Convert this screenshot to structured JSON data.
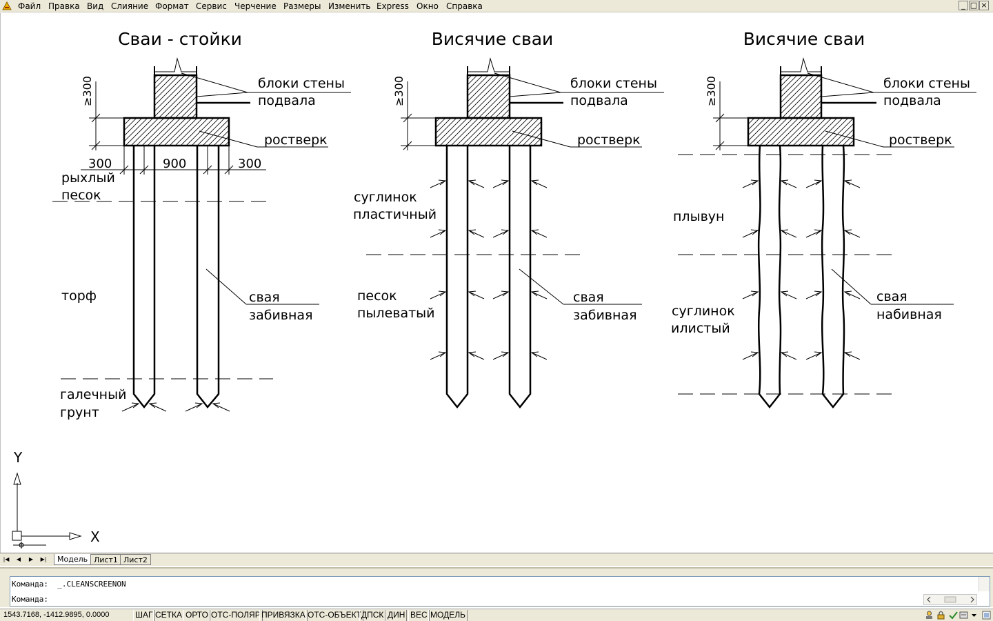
{
  "menu": [
    "Файл",
    "Правка",
    "Вид",
    "Слияние",
    "Формат",
    "Сервис",
    "Черчение",
    "Размеры",
    "Изменить",
    "Express",
    "Окно",
    "Справка"
  ],
  "window_buttons": [
    "_",
    "□",
    "×"
  ],
  "drawing": {
    "panels": [
      {
        "title": "Сваи - стойки",
        "wall_label_1": "блоки стены",
        "wall_label_2": "подвала",
        "grillage_label": "ростверк",
        "dim_vertical": "≥300",
        "dims": [
          "300",
          "900",
          "300"
        ],
        "soils": [
          {
            "line1": "рыхлый",
            "line2": "песок"
          },
          {
            "line1": "торф",
            "line2": ""
          },
          {
            "line1": "галечный",
            "line2": "грунт"
          }
        ],
        "pile_label_1": "свая",
        "pile_label_2": "забивная"
      },
      {
        "title": "Висячие сваи",
        "wall_label_1": "блоки стены",
        "wall_label_2": "подвала",
        "grillage_label": "ростверк",
        "dim_vertical": "≥300",
        "soils": [
          {
            "line1": "суглинок",
            "line2": "пластичный"
          },
          {
            "line1": "песок",
            "line2": "пылеватый"
          }
        ],
        "pile_label_1": "свая",
        "pile_label_2": "забивная"
      },
      {
        "title": "Висячие сваи",
        "wall_label_1": "блоки стены",
        "wall_label_2": "подвала",
        "grillage_label": "ростверк",
        "dim_vertical": "≥300",
        "soils": [
          {
            "line1": "плывун",
            "line2": ""
          },
          {
            "line1": "суглинок",
            "line2": "илистый"
          }
        ],
        "pile_label_1": "свая",
        "pile_label_2": "набивная"
      }
    ],
    "ucs": {
      "y_label": "Y",
      "x_label": "X"
    }
  },
  "tabs": {
    "nav": [
      "|◀",
      "◀",
      "▶",
      "▶|"
    ],
    "items": [
      "Модель",
      "Лист1",
      "Лист2"
    ],
    "active": "Модель"
  },
  "command": {
    "history": "Команда:  _.CLEANSCREENON",
    "prompt": "Команда:"
  },
  "status": {
    "coords": "1543.7168, -1412.9895, 0.0000",
    "buttons": [
      "ШАГ",
      "СЕТКА",
      "ОРТО",
      "ОТС-ПОЛЯР",
      "ПРИВЯЗКА",
      "ОТС-ОБЪЕКТ",
      "ДПСК",
      "ДИН",
      "ВЕС",
      "МОДЕЛЬ"
    ]
  }
}
